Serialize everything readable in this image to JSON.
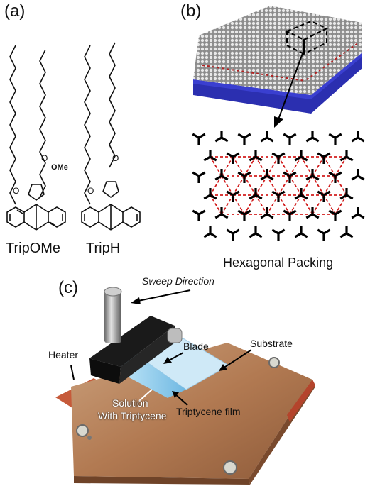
{
  "panels": {
    "a": {
      "label": "(a)",
      "molecules": [
        {
          "name": "TripOMe",
          "substituent": "OMe",
          "oxygen": "O"
        },
        {
          "name": "TripH",
          "oxygen": "O"
        }
      ]
    },
    "b": {
      "label": "(b)",
      "caption": "Hexagonal Packing"
    },
    "c": {
      "label": "(c)",
      "annotations": {
        "sweep": "Sweep Direction",
        "blade": "Blade",
        "heater": "Heater",
        "substrate": "Substrate",
        "solution_line1": "Solution",
        "solution_line2": "With Triptycene",
        "film": "Triptycene film"
      }
    }
  },
  "colors": {
    "substrate_blue": "#2b2fb0",
    "packing_red": "#d21f1f",
    "copper": "#b9835a",
    "blade_black": "#151515",
    "film_blue": "#8fcff0"
  }
}
